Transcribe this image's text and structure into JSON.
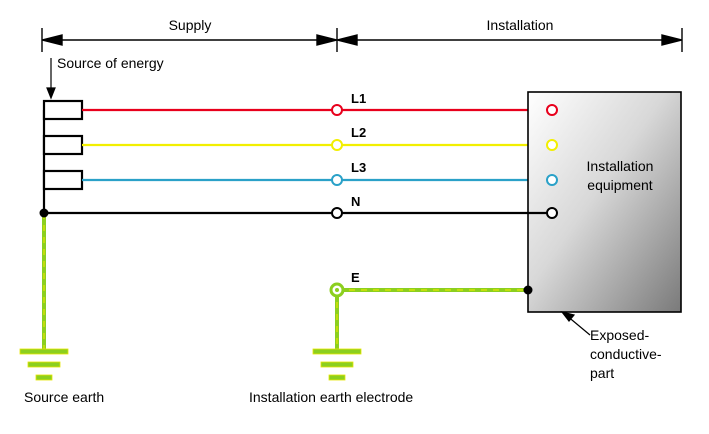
{
  "labels": {
    "supply": "Supply",
    "installation": "Installation",
    "source_of_energy": "Source of energy",
    "installation_equipment": [
      "Installation",
      "equipment"
    ],
    "exposed_conductive_part": [
      "Exposed-",
      "conductive-",
      "part"
    ],
    "source_earth": "Source earth",
    "installation_earth_electrode": "Installation earth electrode"
  },
  "conductors": [
    {
      "name": "L1",
      "color": "#e8001c"
    },
    {
      "name": "L2",
      "color": "#f2ef00"
    },
    {
      "name": "L3",
      "color": "#2aa1c8"
    },
    {
      "name": "N",
      "color": "#000000"
    },
    {
      "name": "E",
      "color": "#8ccf1f"
    }
  ],
  "colors": {
    "earth_green": "#8ccf1f",
    "earth_yellow": "#e6e600",
    "equipment_gradient": [
      "#ffffff",
      "#d8d8d8",
      "#7a7a7a"
    ]
  }
}
